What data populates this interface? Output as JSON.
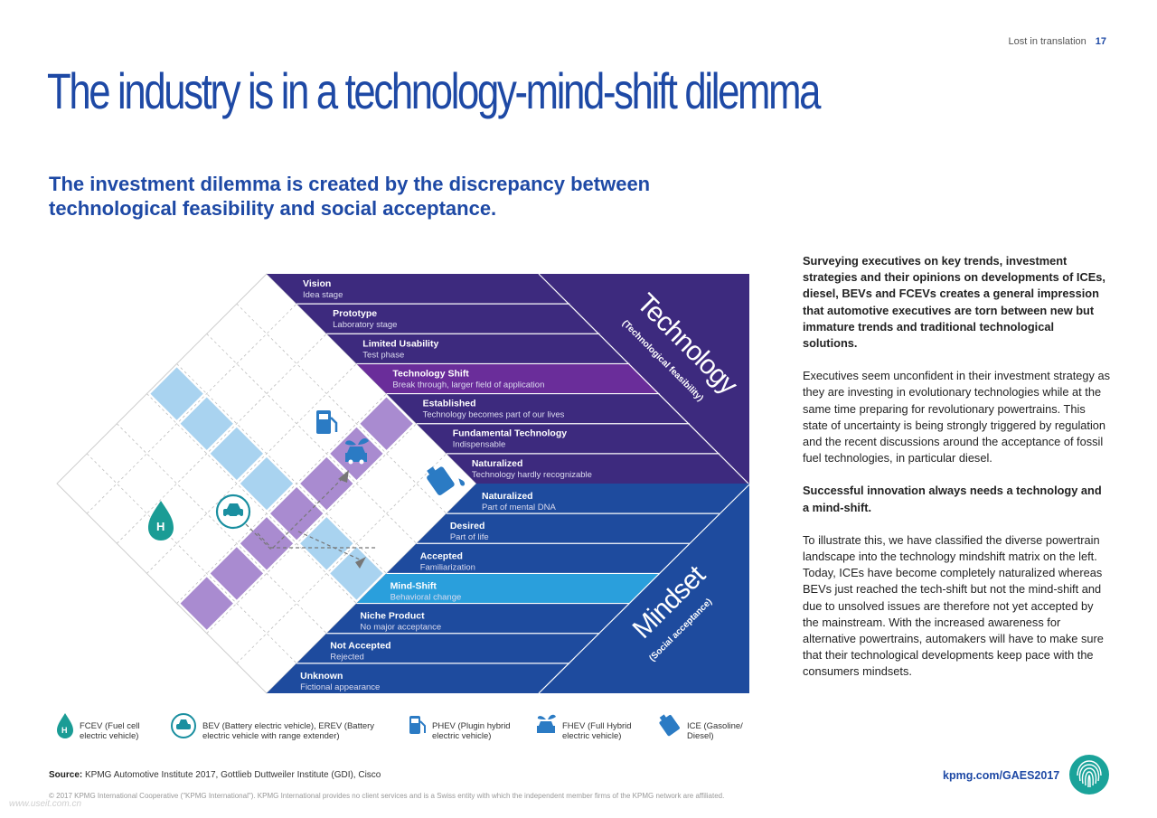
{
  "header": {
    "section": "Lost in translation",
    "page_number": "17"
  },
  "title": "The industry is in a technology-mind-shift dilemma",
  "subtitle": "The investment dilemma is created by the discrepancy between technological feasibility and social acceptance.",
  "matrix": {
    "technology_label": "Technology",
    "technology_sublabel": "(Technological feasibility)",
    "mindset_label": "Mindset",
    "mindset_sublabel": "(Social acceptance)",
    "technology_levels": [
      {
        "title": "Vision",
        "desc": "Idea stage"
      },
      {
        "title": "Prototype",
        "desc": "Laboratory stage"
      },
      {
        "title": "Limited Usability",
        "desc": "Test phase"
      },
      {
        "title": "Technology Shift",
        "desc": "Break through, larger field of application"
      },
      {
        "title": "Established",
        "desc": "Technology becomes part of our lives"
      },
      {
        "title": "Fundamental Technology",
        "desc": "Indispensable"
      },
      {
        "title": "Naturalized",
        "desc": "Technology hardly recognizable"
      }
    ],
    "mindset_levels": [
      {
        "title": "Naturalized",
        "desc": "Part of mental DNA"
      },
      {
        "title": "Desired",
        "desc": "Part of life"
      },
      {
        "title": "Accepted",
        "desc": "Familiarization"
      },
      {
        "title": "Mind-Shift",
        "desc": "Behavioral change"
      },
      {
        "title": "Niche Product",
        "desc": "No major acceptance"
      },
      {
        "title": "Not Accepted",
        "desc": "Rejected"
      },
      {
        "title": "Unknown",
        "desc": "Fictional appearance"
      }
    ],
    "colors": {
      "technology": "#3d2a7e",
      "technology_highlight": "#6a2d9a",
      "mindset": "#1e4b9e",
      "mindset_highlight": "#2a9fdc",
      "purple_cell": "#a98bd0",
      "blue_cell": "#a9d3f0"
    }
  },
  "legend": [
    {
      "icon": "h2-drop-icon",
      "label": "FCEV (Fuel cell electric vehicle)"
    },
    {
      "icon": "plug-car-icon",
      "label": "BEV (Battery electric vehicle), EREV (Battery electric vehicle with range extender)"
    },
    {
      "icon": "fuel-pump-icon",
      "label": "PHEV (Plugin hybrid electric vehicle)"
    },
    {
      "icon": "leaf-car-icon",
      "label": "FHEV (Full Hybrid electric vehicle)"
    },
    {
      "icon": "fuel-can-icon",
      "label": "ICE (Gasoline/ Diesel)"
    }
  ],
  "right_column": {
    "intro_bold": "Surveying executives on key trends, investment strategies and their opinions on developments of ICEs, diesel, BEVs and FCEVs creates a general impression that automotive executives are torn between new but immature trends and traditional technological solutions.",
    "para1": "Executives seem unconfident in their investment strategy as they are investing in evolutionary technologies while at the same time preparing for revolutionary powertrains. This state of uncertainty is being strongly triggered by regulation and the recent discussions around the acceptance of fossil fuel technologies, in particular diesel.",
    "heading2": "Successful innovation always needs a technology and a mind-shift.",
    "para2": "To illustrate this, we have classified the diverse powertrain landscape into the technology mindshift matrix on the left. Today, ICEs have become completely naturalized whereas BEVs just reached the tech-shift but not the mind-shift and due to unsolved issues are therefore not yet accepted by the mainstream. With the increased awareness for alternative powertrains, automakers will have to make sure that their technological developments keep pace with the consumers mindsets."
  },
  "source_label": "Source:",
  "source_text": "KPMG Automotive Institute 2017, Gottlieb Duttweiler Institute (GDI), Cisco",
  "copyright": "© 2017 KPMG International Cooperative (\"KPMG International\"). KPMG International provides no client services and is a Swiss entity with which the independent member firms of the KPMG network are affiliated.",
  "kpmg_link": "kpmg.com/GAES2017",
  "watermark": "www.useit.com.cn"
}
